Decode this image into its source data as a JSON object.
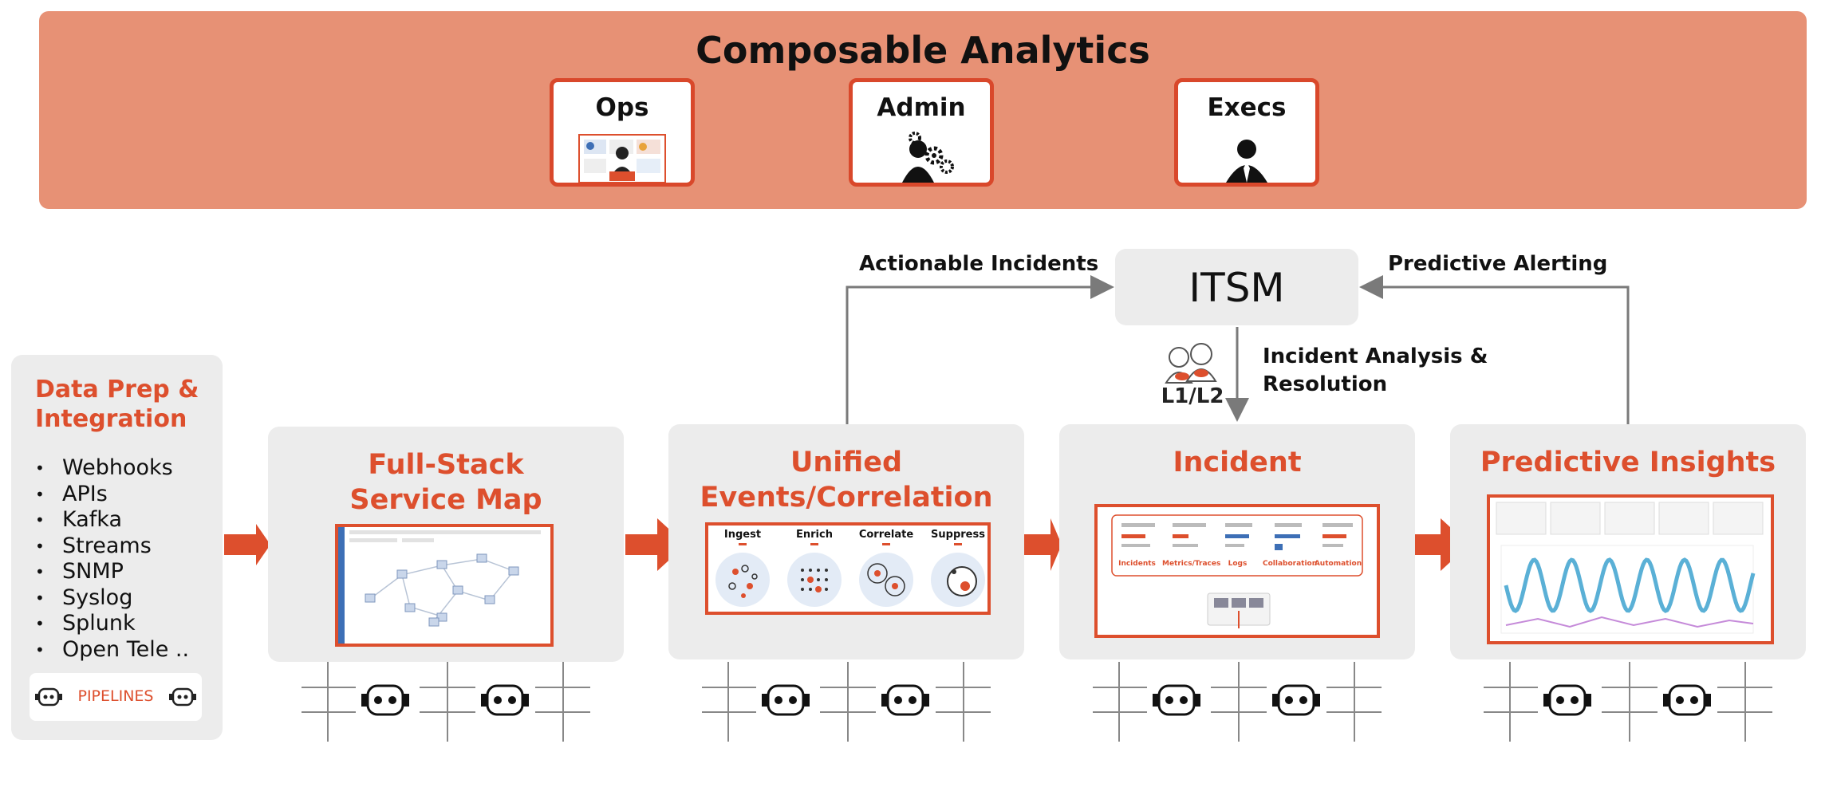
{
  "banner": {
    "title": "Composable Analytics",
    "personas": [
      {
        "label": "Ops",
        "icon": "dashboard-operator-icon"
      },
      {
        "label": "Admin",
        "icon": "admin-gears-icon"
      },
      {
        "label": "Execs",
        "icon": "executive-icon"
      }
    ]
  },
  "data_prep": {
    "title": "Data Prep & Integration",
    "sources": [
      "Webhooks",
      "APIs",
      "Kafka",
      "Streams",
      "SNMP",
      "Syslog",
      "Splunk",
      "Open Tele .."
    ],
    "pipelines_label": "PIPELINES"
  },
  "stages": [
    {
      "title": "Full-Stack Service Map"
    },
    {
      "title": "Unified Events/Correlation",
      "steps": [
        "Ingest",
        "Enrich",
        "Correlate",
        "Suppress"
      ]
    },
    {
      "title": "Incident",
      "columns": [
        "Incidents",
        "Metrics/Traces",
        "Logs",
        "Collaboration",
        "Automation"
      ]
    },
    {
      "title": "Predictive Insights"
    }
  ],
  "itsm": {
    "label": "ITSM",
    "actionable_label": "Actionable Incidents",
    "predictive_label": "Predictive Alerting",
    "analysis_label": "Incident Analysis & Resolution",
    "support_tier": "L1/L2"
  },
  "colors": {
    "accent": "#dd4f2d",
    "banner": "#e79175",
    "panel": "#ececec",
    "connector": "#7a7a7a"
  }
}
